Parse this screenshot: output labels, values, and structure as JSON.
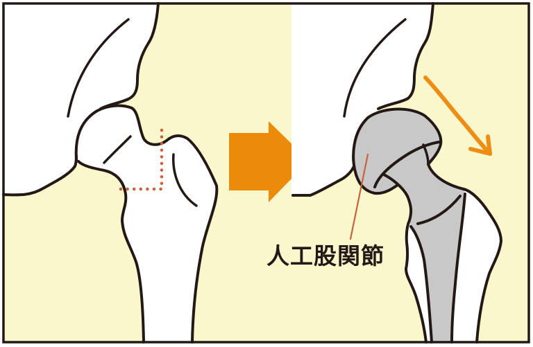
{
  "label": {
    "text": "人工股関節"
  },
  "colors": {
    "background": "#fbf7cc",
    "page": "#ffffff",
    "bone": "#ffffff",
    "implant": "#c8c8c8",
    "outline": "#231815",
    "transition_arrow": "#ec8a0c",
    "motion_arrow": "#ee8c14",
    "cut_line": "#c9603a",
    "leader_line": "#c8623a"
  },
  "icons": {
    "transition_arrow": "right-arrow-icon",
    "motion_arrow": "down-right-arrow-icon"
  },
  "panels": [
    {
      "id": "before",
      "content": "natural hip joint with femoral neck cut line"
    },
    {
      "id": "after",
      "content": "hip joint with artificial implant"
    }
  ]
}
